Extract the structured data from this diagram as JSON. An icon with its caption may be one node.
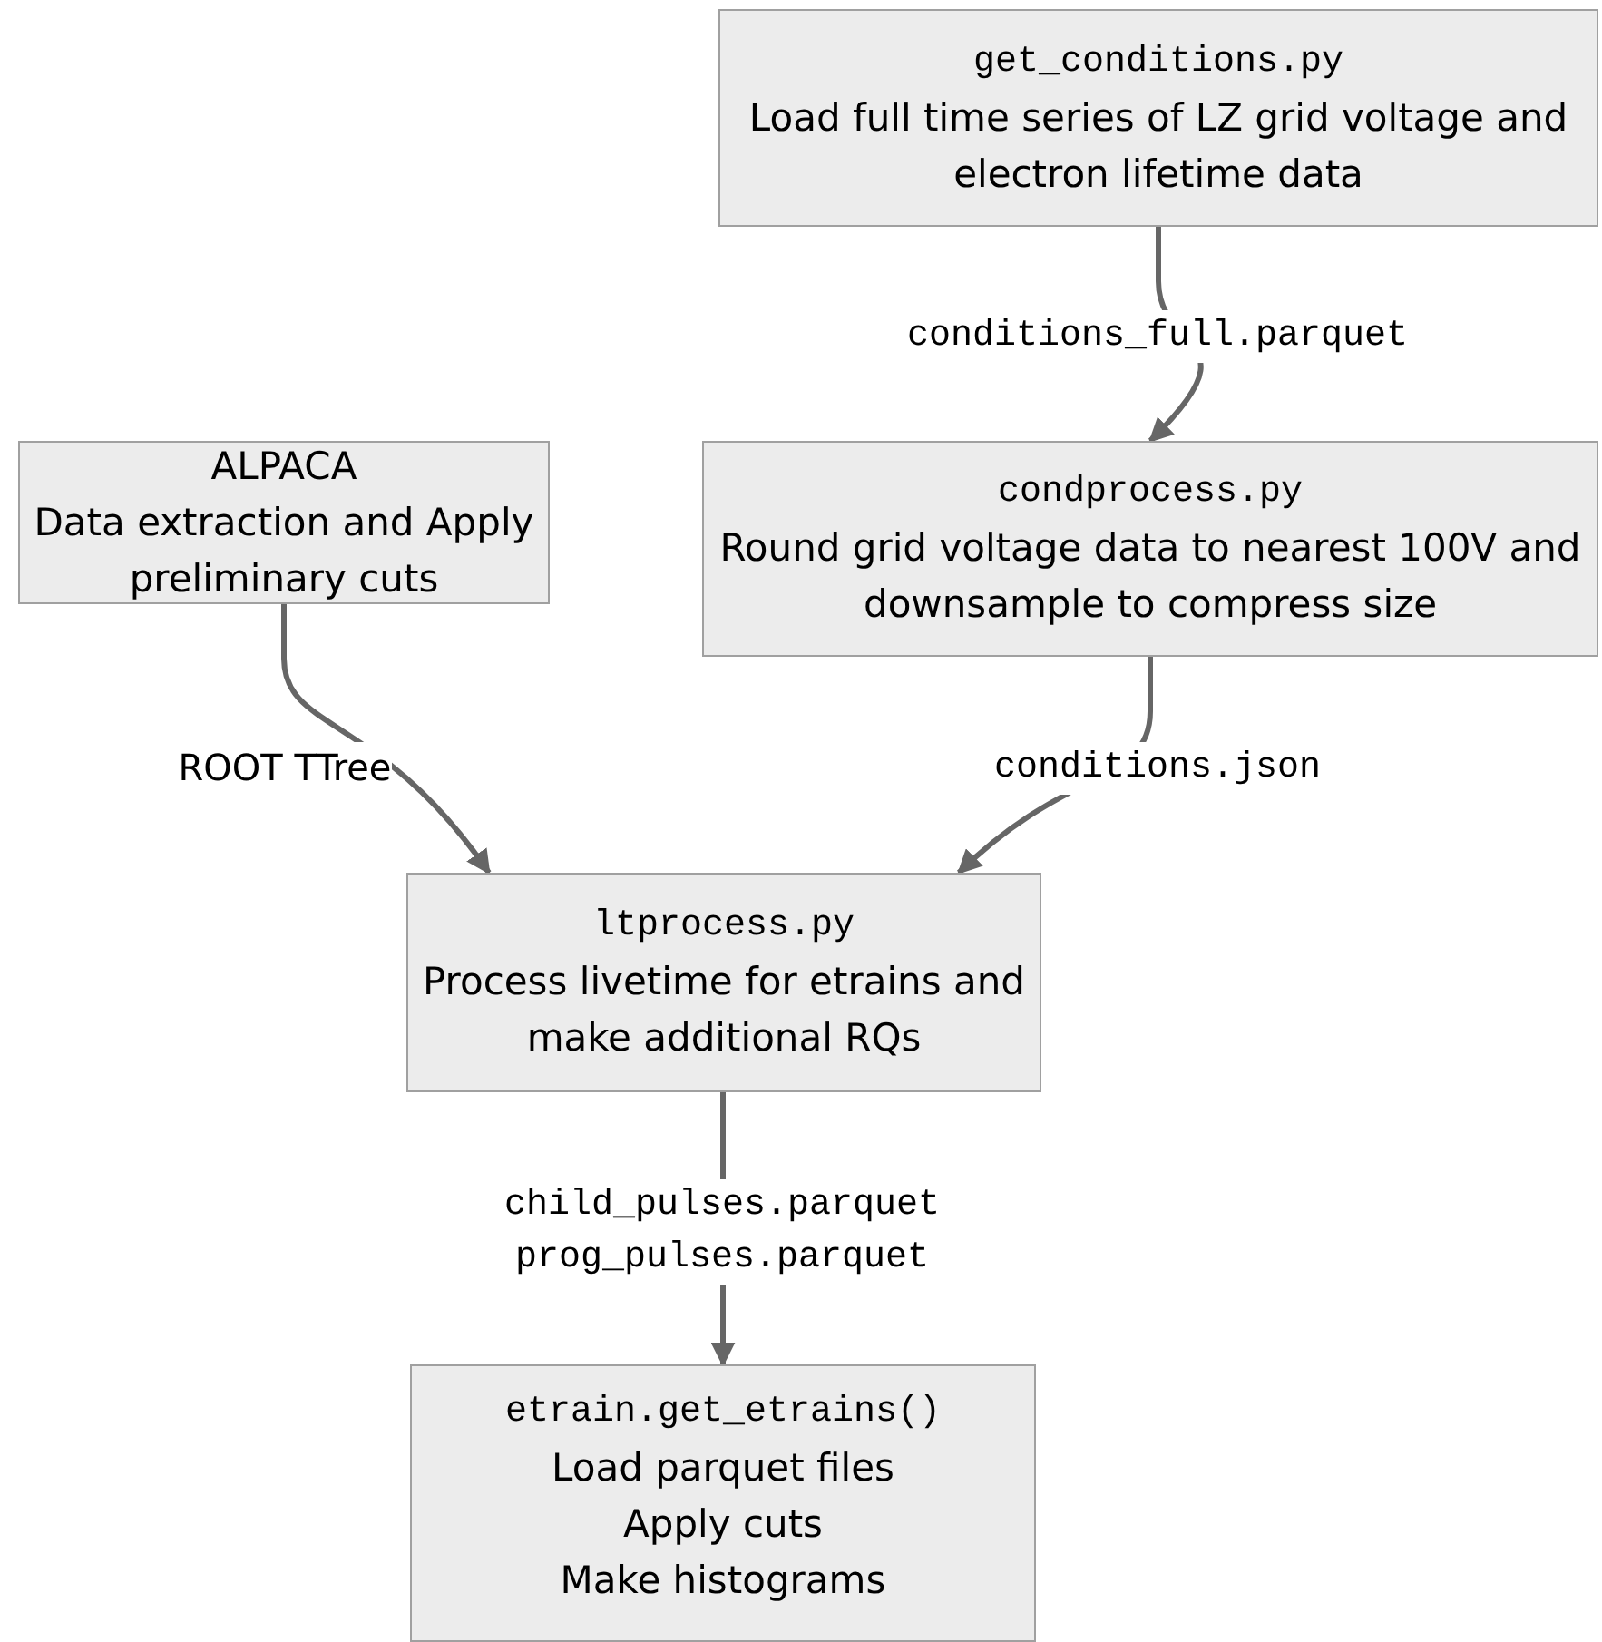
{
  "diagram": {
    "nodes": [
      {
        "text": [
          "get_conditions.py",
          "Load full time series of LZ grid voltage and electron lifetime data"
        ]
      },
      {
        "text": [
          "ALPACA",
          "Data extraction and Apply preliminary cuts"
        ]
      },
      {
        "text": [
          "condprocess.py",
          "Round grid voltage data to nearest 100V and downsample to compress size"
        ]
      },
      {
        "text": [
          "ltprocess.py",
          "Process livetime for etrains and make additional RQs"
        ]
      },
      {
        "text": [
          "etrain.get_etrains()",
          "Load parquet files",
          "Apply cuts",
          "Make histograms"
        ]
      }
    ],
    "edges": [
      {
        "from": 0,
        "to": 2,
        "arrow": "to",
        "label": "conditions_full.parquet"
      },
      {
        "from": 1,
        "to": 3,
        "arrow": "to",
        "label": "ROOT TTree"
      },
      {
        "from": 2,
        "to": 3,
        "arrow": "to",
        "label": "conditions.json"
      },
      {
        "from": 3,
        "to": 4,
        "arrow": "to",
        "label": "child_pulses.parquet prog_pulses.parquet"
      }
    ]
  }
}
